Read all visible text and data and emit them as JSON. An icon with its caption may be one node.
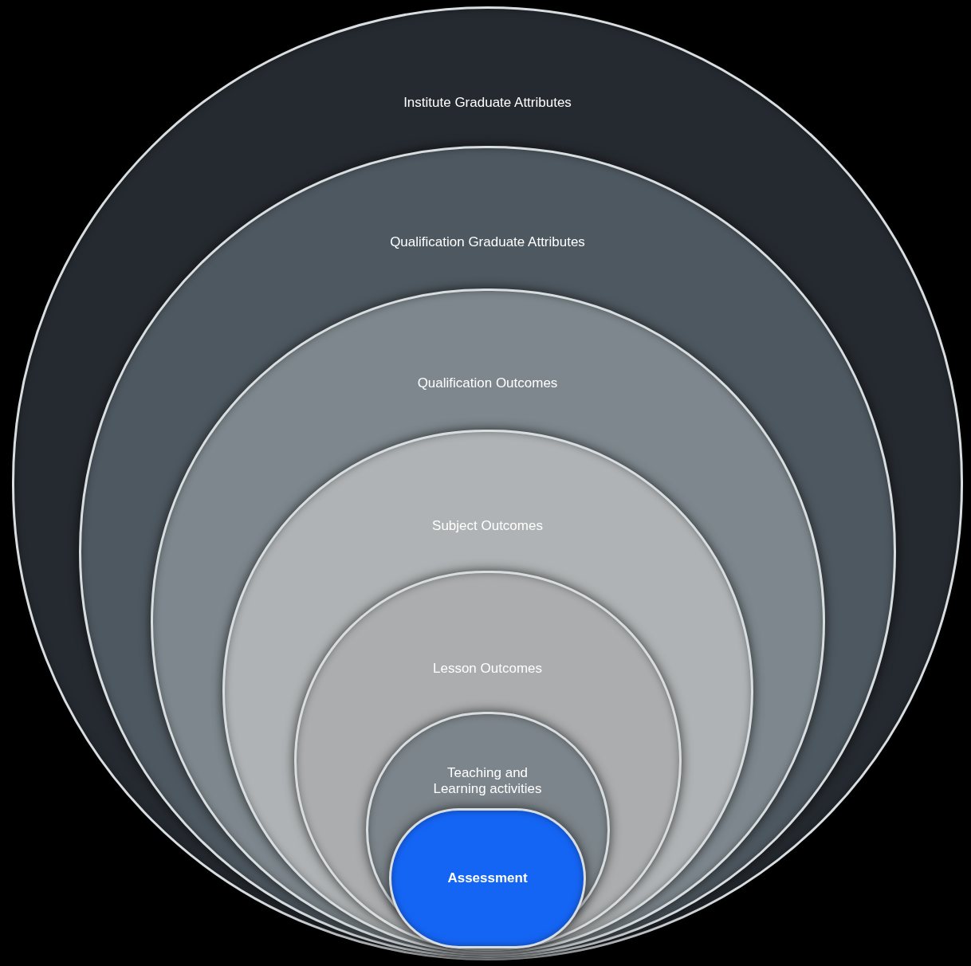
{
  "diagram": {
    "nodes": [
      {
        "text": [
          "Institute Graduate Attributes"
        ]
      },
      {
        "text": [
          "Qualification Graduate Attributes"
        ],
        "in": 0
      },
      {
        "text": [
          "Qualification Outcomes"
        ],
        "in": 1
      },
      {
        "text": [
          "Subject Outcomes"
        ],
        "in": 2
      },
      {
        "text": [
          "Lesson Outcomes"
        ],
        "in": 3
      },
      {
        "text": [
          "Teaching and Learning activities"
        ],
        "in": 4
      },
      {
        "text": [
          "Assessment"
        ],
        "in": 5
      }
    ]
  }
}
